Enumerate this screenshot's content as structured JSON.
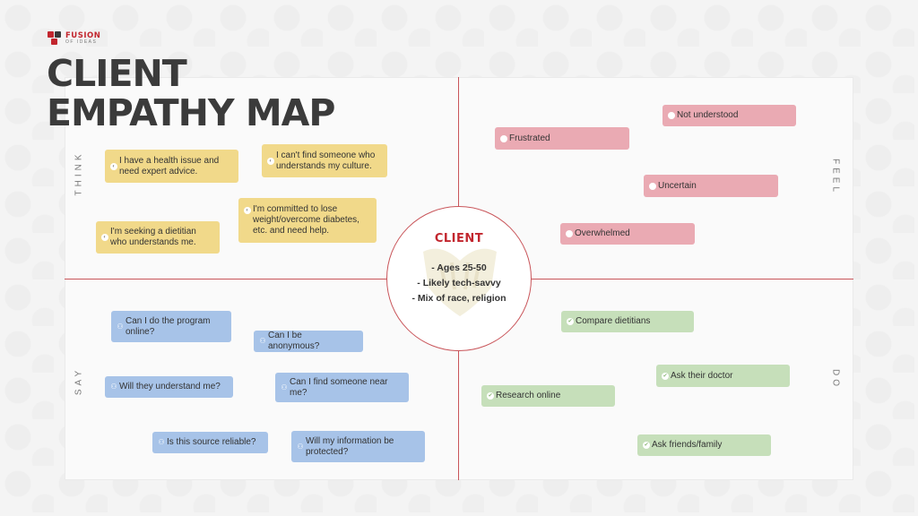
{
  "logo": {
    "word": "FUSION",
    "sub": "OF IDEAS"
  },
  "title": {
    "line1": "CLIENT",
    "line2": "EMPATHY MAP"
  },
  "quadrants": {
    "think": "THINK",
    "feel": "FEEL",
    "say": "SAY",
    "do": "DO"
  },
  "center": {
    "title": "CLIENT",
    "lines": [
      "- Ages 25-50",
      "- Likely tech-savvy",
      "- Mix of race, religion"
    ]
  },
  "think": [
    "I have a health issue and need expert advice.",
    "I can't find someone who understands my culture.",
    "I'm committed to lose weight/overcome diabetes, etc. and need help.",
    "I'm seeking a dietitian who understands me."
  ],
  "feel": [
    "Not understood",
    "Frustrated",
    "Uncertain",
    "Overwhelmed"
  ],
  "say": [
    "Can I do the program online?",
    "Can I be anonymous?",
    "Will they understand me?",
    "Can I find someone near me?",
    "Is this source reliable?",
    "Will my information be protected?"
  ],
  "do": [
    "Compare dietitians",
    "Ask their doctor",
    "Research online",
    "Ask friends/family"
  ],
  "colors": {
    "accent": "#c2262e",
    "think": "#f1d98a",
    "feel": "#eaaab3",
    "say": "#a7c3e8",
    "do": "#c6dfba"
  },
  "icons": {
    "think": "lightbulb-icon",
    "feel": "heart-icon",
    "say": "user-speaking-icon",
    "do": "check-circle-icon"
  }
}
